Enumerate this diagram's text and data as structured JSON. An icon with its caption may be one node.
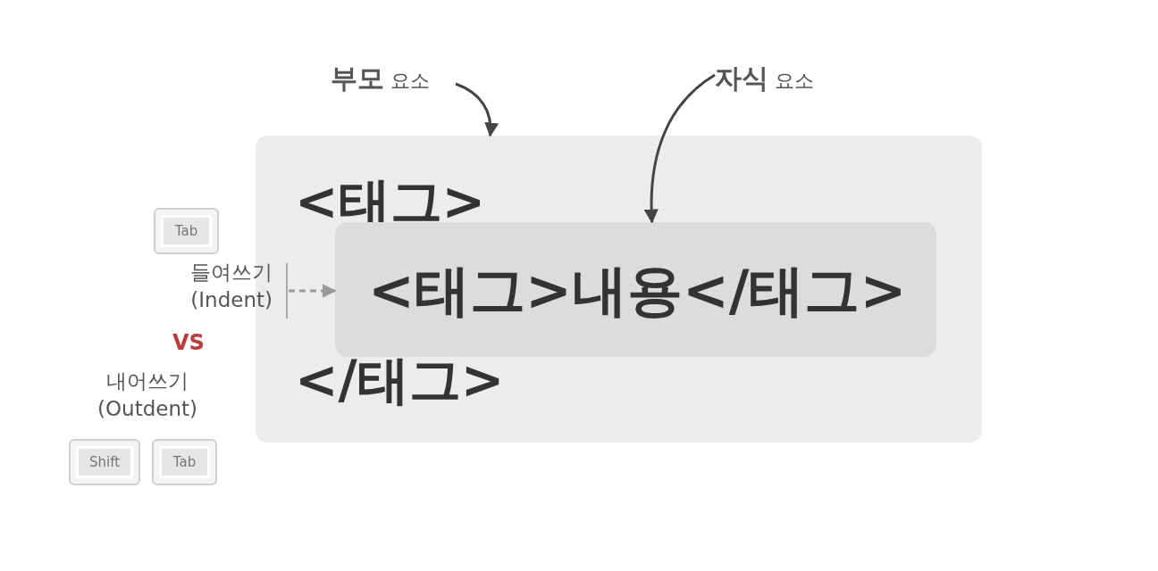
{
  "diagram": {
    "nodes": [
      {
        "text": [
          "**부모** 요소"
        ]
      },
      {
        "text": [
          "**자식** 요소"
        ]
      },
      {
        "text": [
          "<태그>",
          "</태그>"
        ]
      },
      {
        "text": [
          "<태그>내용</태그>"
        ],
        "in": 2
      },
      {
        "text": [
          "Tab"
        ]
      },
      {
        "text": [
          "들여쓰기 (Indent)"
        ]
      },
      {
        "text": [
          "내어쓰기 (Outdent)"
        ]
      },
      {
        "text": [
          "Shift"
        ]
      },
      {
        "text": [
          "Tab"
        ]
      }
    ],
    "edges": [
      {
        "from": 0,
        "to": 2,
        "arrow": "to"
      },
      {
        "from": 1,
        "to": 3,
        "arrow": "to"
      },
      {
        "from": 5,
        "to": 3,
        "arrow": "to",
        "style": "dashed",
        "color": "#9a9a9a"
      }
    ],
    "labels": [
      "VS"
    ]
  }
}
